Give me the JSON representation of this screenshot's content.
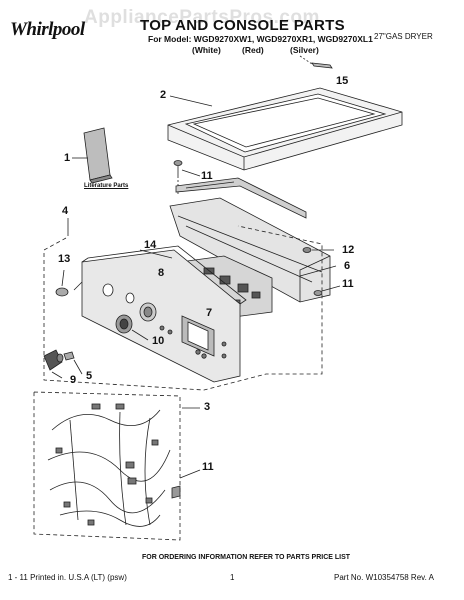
{
  "watermark": "AppliancePartsPros.com",
  "header": {
    "brand_logo": "Whirlpool",
    "title": "TOP AND CONSOLE PARTS",
    "model_line": "For Model: WGD9270XW1, WGD9270XR1, WGD9270XL1",
    "color_white": "(White)",
    "color_red": "(Red)",
    "color_silver": "(Silver)",
    "product_type": "27\"GAS DRYER"
  },
  "diagram": {
    "literature_label": "Literature Parts",
    "callouts": {
      "c1": "1",
      "c2": "2",
      "c3": "3",
      "c4": "4",
      "c5": "5",
      "c6": "6",
      "c7": "7",
      "c8": "8",
      "c9": "9",
      "c10": "10",
      "c11a": "11",
      "c11b": "11",
      "c11c": "11",
      "c12": "12",
      "c13": "13",
      "c14": "14",
      "c15": "15"
    }
  },
  "footer": {
    "ordering_info": "FOR ORDERING INFORMATION REFER TO PARTS PRICE LIST",
    "printed": "1 - 11 Printed in. U.S.A (LT) (psw)",
    "page_number": "1",
    "part_number": "Part No. W10354758 Rev. A"
  }
}
